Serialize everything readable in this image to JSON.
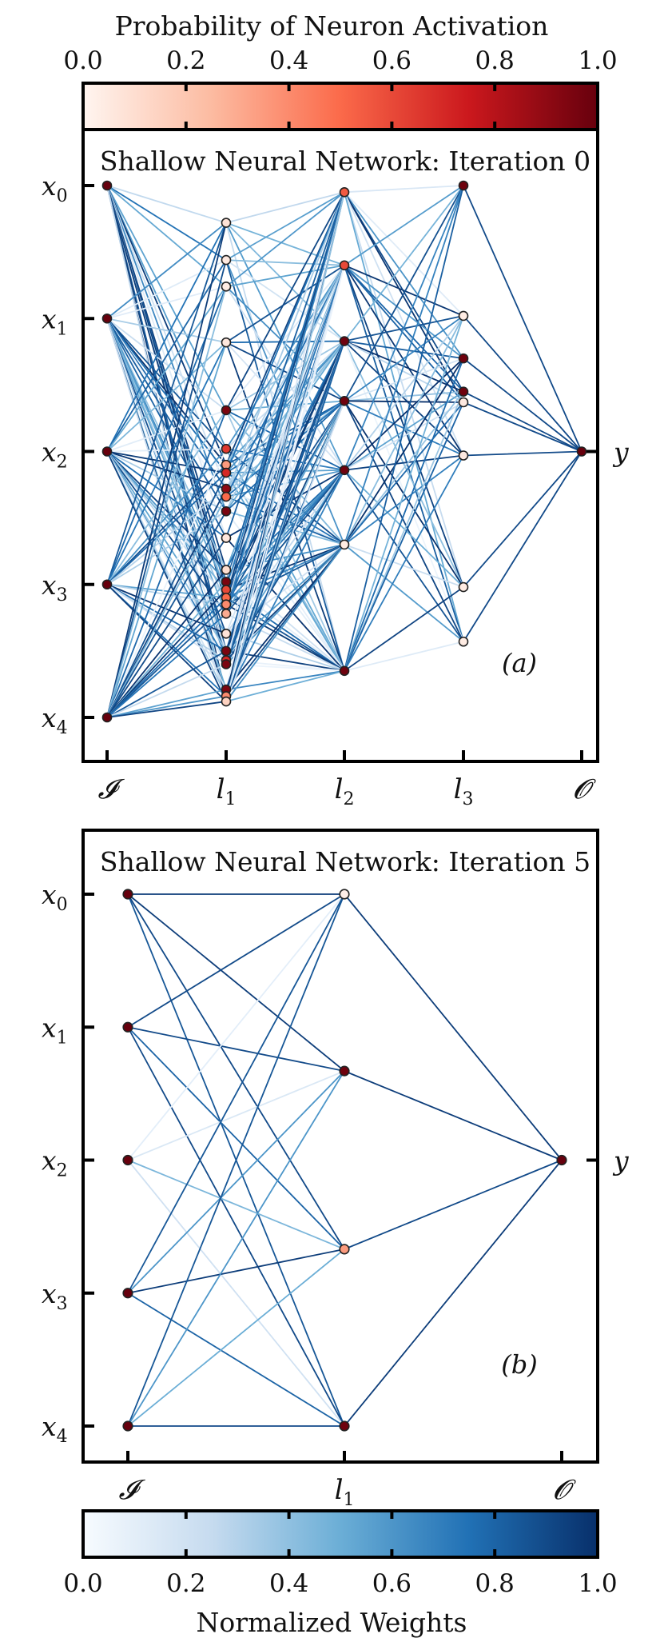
{
  "colorbar_top": {
    "label": "Probability of Neuron Activation",
    "ticks": [
      "0.0",
      "0.2",
      "0.4",
      "0.6",
      "0.8",
      "1.0"
    ],
    "colors": [
      "#fff5f0",
      "#fcbba1",
      "#fb6a4a",
      "#cb181d",
      "#67000d"
    ]
  },
  "colorbar_bottom": {
    "label": "Normalized Weights",
    "ticks": [
      "0.0",
      "0.2",
      "0.4",
      "0.6",
      "0.8",
      "1.0"
    ],
    "colors": [
      "#f7fbff",
      "#c6dbef",
      "#6baed6",
      "#2171b5",
      "#08306b"
    ]
  },
  "input_labels": [
    {
      "main": "x",
      "sub": "0"
    },
    {
      "main": "x",
      "sub": "1"
    },
    {
      "main": "x",
      "sub": "2"
    },
    {
      "main": "x",
      "sub": "3"
    },
    {
      "main": "x",
      "sub": "4"
    }
  ],
  "output_label": "y",
  "panel_a": {
    "title": "Shallow Neural Network: Iteration 0",
    "panel_label": "(a)",
    "layer_labels": [
      {
        "main": "𝓘",
        "sub": ""
      },
      {
        "main": "l",
        "sub": "1"
      },
      {
        "main": "l",
        "sub": "2"
      },
      {
        "main": "l",
        "sub": "3"
      },
      {
        "main": "𝓞",
        "sub": ""
      }
    ],
    "layers": [
      {
        "y": [
          0.0,
          1.0,
          2.0,
          3.0,
          4.0
        ],
        "p": [
          1,
          1,
          1,
          1,
          1
        ]
      },
      {
        "y": [
          0.28,
          0.56,
          0.76,
          1.18,
          1.69,
          1.98,
          2.1,
          2.16,
          2.28,
          2.34,
          2.45,
          2.65,
          2.89,
          2.98,
          3.04,
          3.1,
          3.15,
          3.22,
          3.37,
          3.5,
          3.57,
          3.6,
          3.79,
          3.84,
          3.88
        ],
        "p": [
          0.08,
          0.05,
          0.04,
          0.06,
          0.95,
          0.65,
          0.35,
          0.7,
          0.9,
          0.5,
          0.95,
          0.06,
          0.1,
          0.95,
          0.6,
          0.5,
          0.4,
          0.3,
          0.08,
          0.95,
          0.7,
          0.95,
          0.95,
          0.4,
          0.15
        ],
        "degree": 6
      },
      {
        "y": [
          0.05,
          0.6,
          1.17,
          1.62,
          2.14,
          2.7,
          3.65
        ],
        "p": [
          0.55,
          0.6,
          0.98,
          0.98,
          0.98,
          0.04,
          0.98
        ]
      },
      {
        "y": [
          0.0,
          0.98,
          1.3,
          1.55,
          1.63,
          2.03,
          3.02,
          3.43
        ],
        "p": [
          0.98,
          0.04,
          0.98,
          0.98,
          0.05,
          0.05,
          0.04,
          0.04
        ]
      },
      {
        "y": [
          2.0
        ],
        "p": [
          1
        ]
      }
    ]
  },
  "panel_b": {
    "title": "Shallow Neural Network: Iteration 5",
    "panel_label": "(b)",
    "layer_labels": [
      {
        "main": "𝓘",
        "sub": ""
      },
      {
        "main": "l",
        "sub": "1"
      },
      {
        "main": "𝓞",
        "sub": ""
      }
    ],
    "layers": [
      {
        "y": [
          0.0,
          1.0,
          2.0,
          3.0,
          4.0
        ],
        "p": [
          1,
          1,
          1,
          1,
          1
        ]
      },
      {
        "y": [
          0.0,
          1.33,
          2.67,
          4.0
        ],
        "p": [
          0.03,
          0.98,
          0.35,
          0.98
        ]
      },
      {
        "y": [
          2.0
        ],
        "p": [
          1
        ]
      }
    ],
    "weights": [
      [
        0.95,
        0.95,
        0.9,
        0.85
      ],
      [
        0.9,
        0.9,
        0.8,
        0.9
      ],
      [
        0.1,
        0.15,
        0.45,
        0.2
      ],
      [
        0.85,
        0.6,
        0.95,
        0.8
      ],
      [
        0.85,
        0.6,
        0.5,
        0.9
      ]
    ],
    "out_weights": [
      0.95,
      0.95,
      0.9,
      0.95
    ]
  }
}
